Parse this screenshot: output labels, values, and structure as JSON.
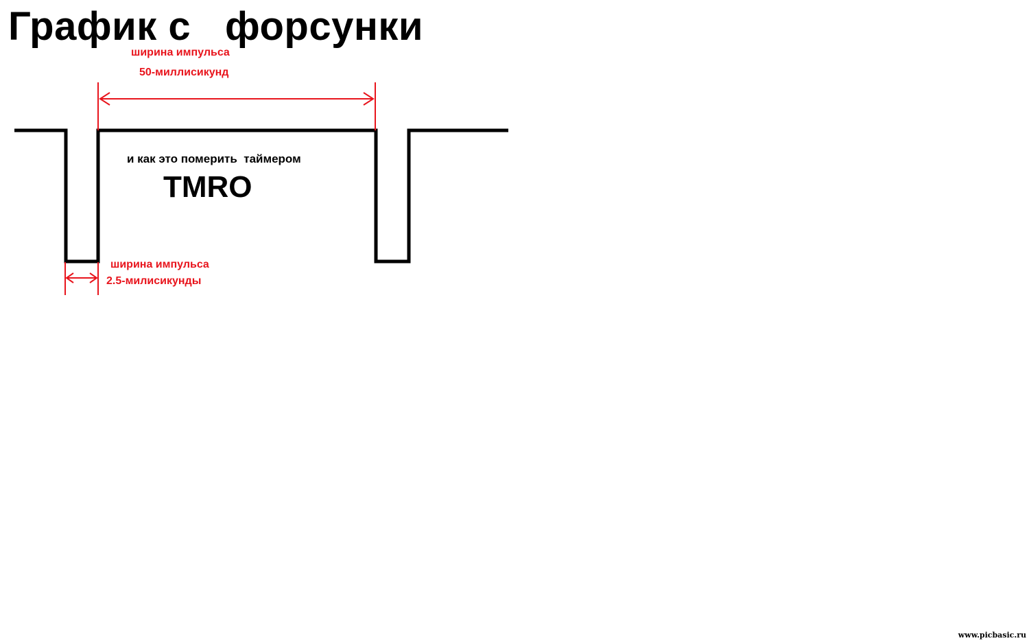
{
  "title": "График с   форсунки",
  "pulse_long": {
    "line1": "ширина импульса",
    "line2": "50-миллисикунд"
  },
  "pulse_short": {
    "line1": "ширина импульса",
    "line2": "2.5-милисикунды"
  },
  "question": "и как это померить  таймером",
  "timer_name": "TMRO",
  "watermark": "www.picbasic.ru",
  "colors": {
    "signal": "#000000",
    "annotation": "#e8141c",
    "background": "#ffffff"
  }
}
